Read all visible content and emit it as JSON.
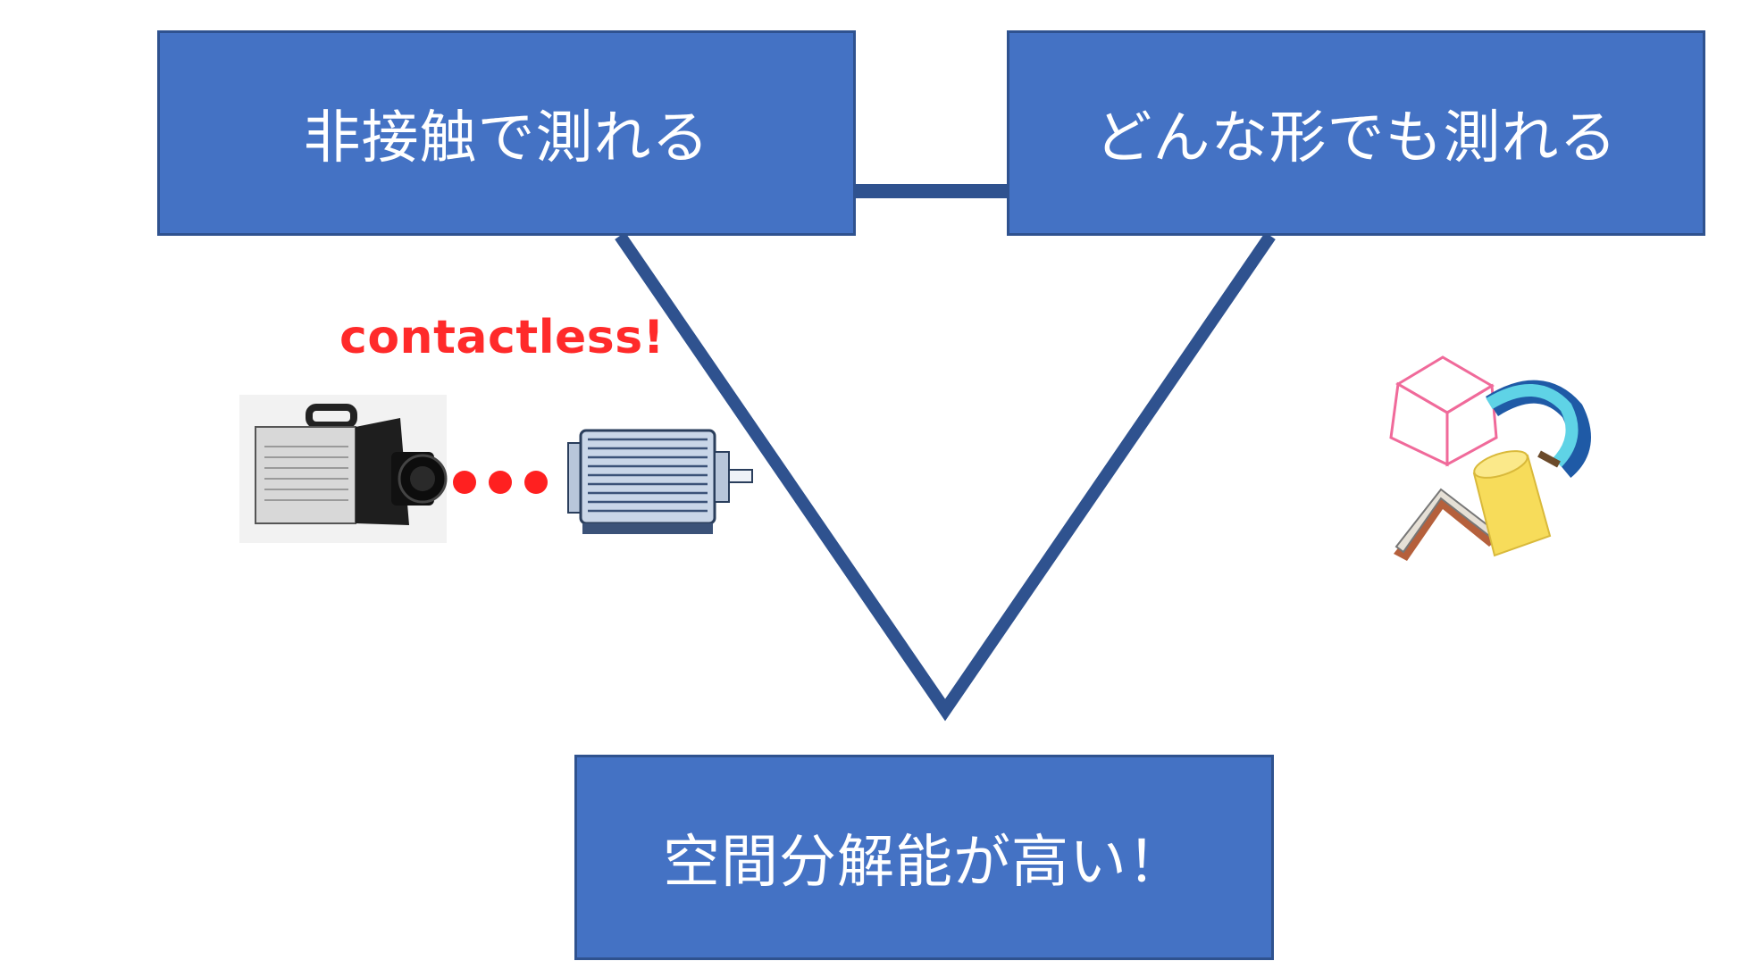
{
  "boxes": {
    "left": {
      "label": "非接触で測れる"
    },
    "right": {
      "label": "どんな形でも測れる"
    },
    "bottom": {
      "label": "空間分解能が高い！"
    }
  },
  "annotation": {
    "text": "contactless!"
  },
  "colors": {
    "box_fill": "#4472c4",
    "box_border": "#2f528f",
    "connector": "#2f528f",
    "annotation": "#ff2a2a",
    "dots": "#ff2020"
  },
  "icons": {
    "camera": "high-speed-camera-icon",
    "motor": "electric-motor-icon",
    "shapes": "3d-shapes-icon"
  }
}
